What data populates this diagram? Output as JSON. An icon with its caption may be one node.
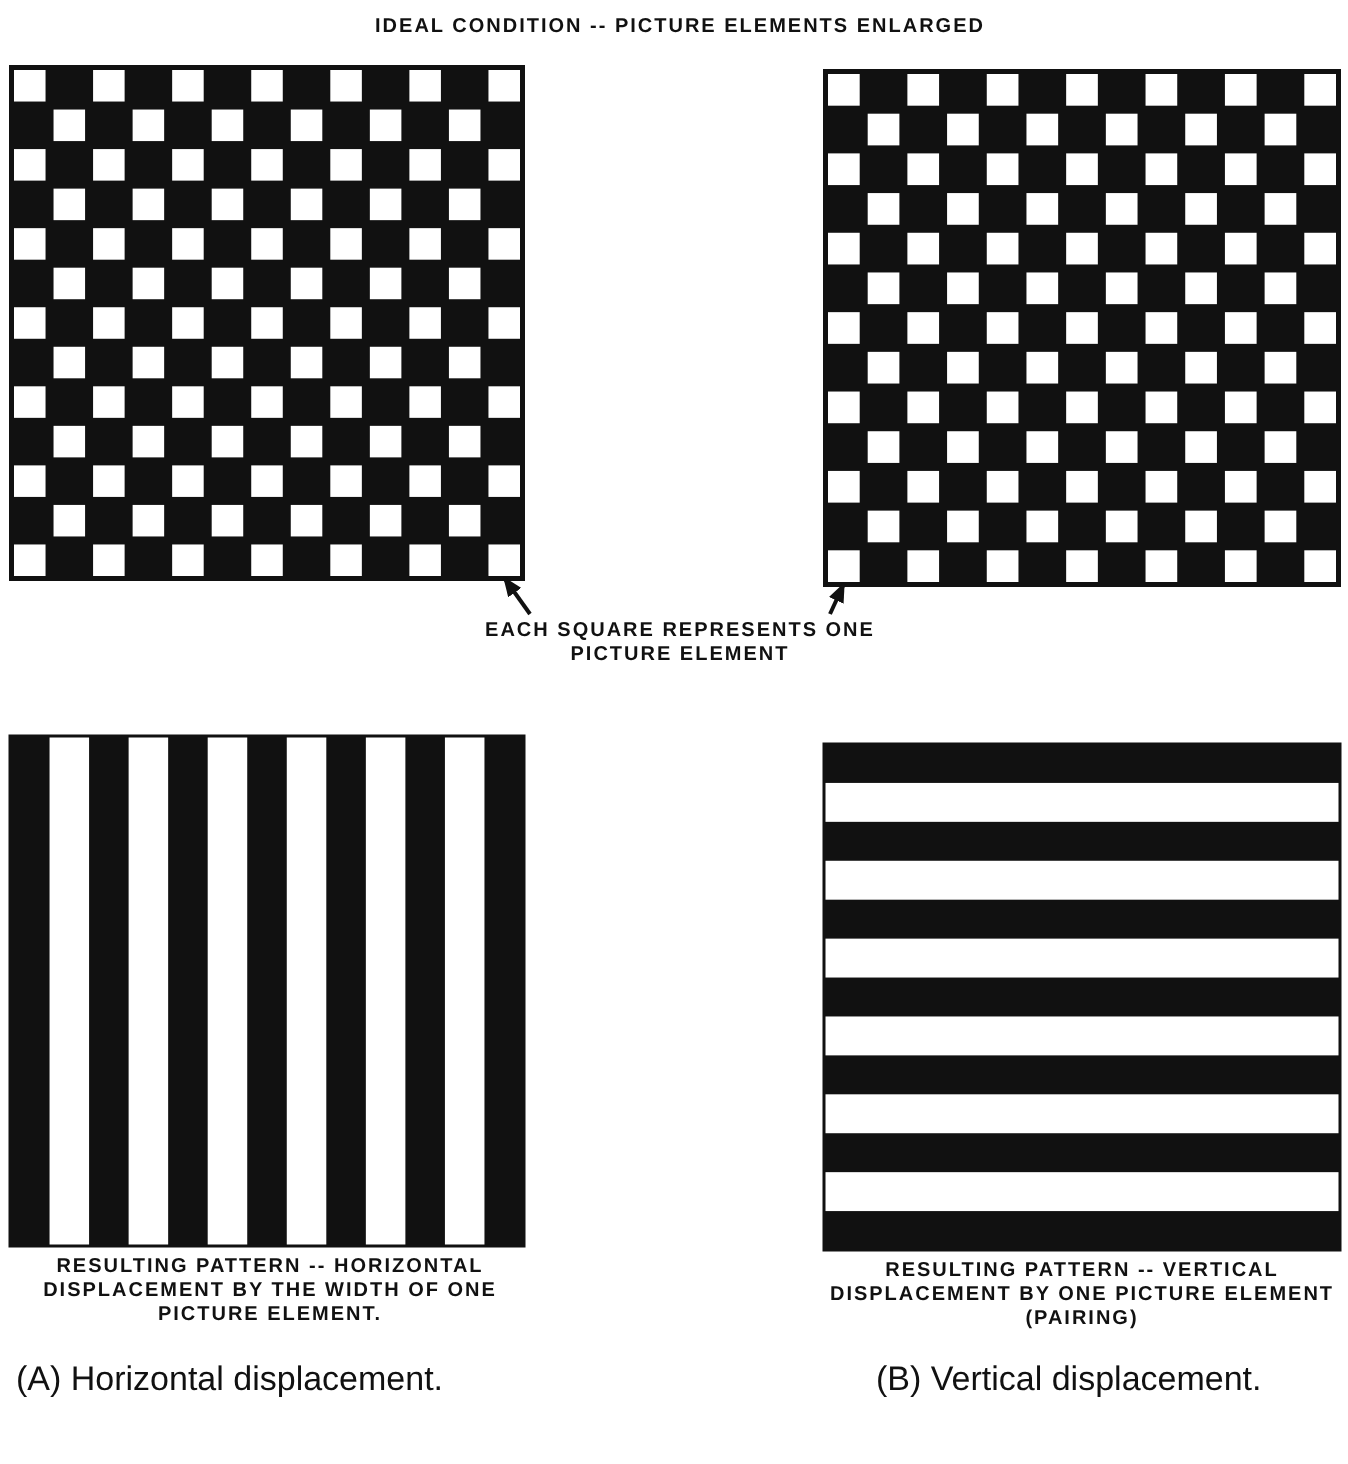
{
  "diagram": {
    "nodes": [
      {
        "text": [
          "EACH SQUARE REPRESENTS ONE PICTURE ELEMENT"
        ]
      },
      {
        "text": [],
        "shape": "box"
      },
      {
        "text": [],
        "shape": "box"
      }
    ],
    "edges": [
      {
        "from": 0,
        "to": 1,
        "arrow": "to"
      },
      {
        "from": 0,
        "to": 2,
        "arrow": "to"
      }
    ],
    "labels": [
      "IDEAL CONDITION -- PICTURE ELEMENTS ENLARGED",
      "RESULTING PATTERN -- HORIZONTAL DISPLACEMENT BY THE WIDTH OF ONE PICTURE ELEMENT.",
      "RESULTING PATTERN -- VERTICAL DISPLACEMENT BY ONE PICTURE ELEMENT (PAIRING)",
      "(A) Horizontal displacement.",
      "(B) Vertical displacement."
    ]
  }
}
